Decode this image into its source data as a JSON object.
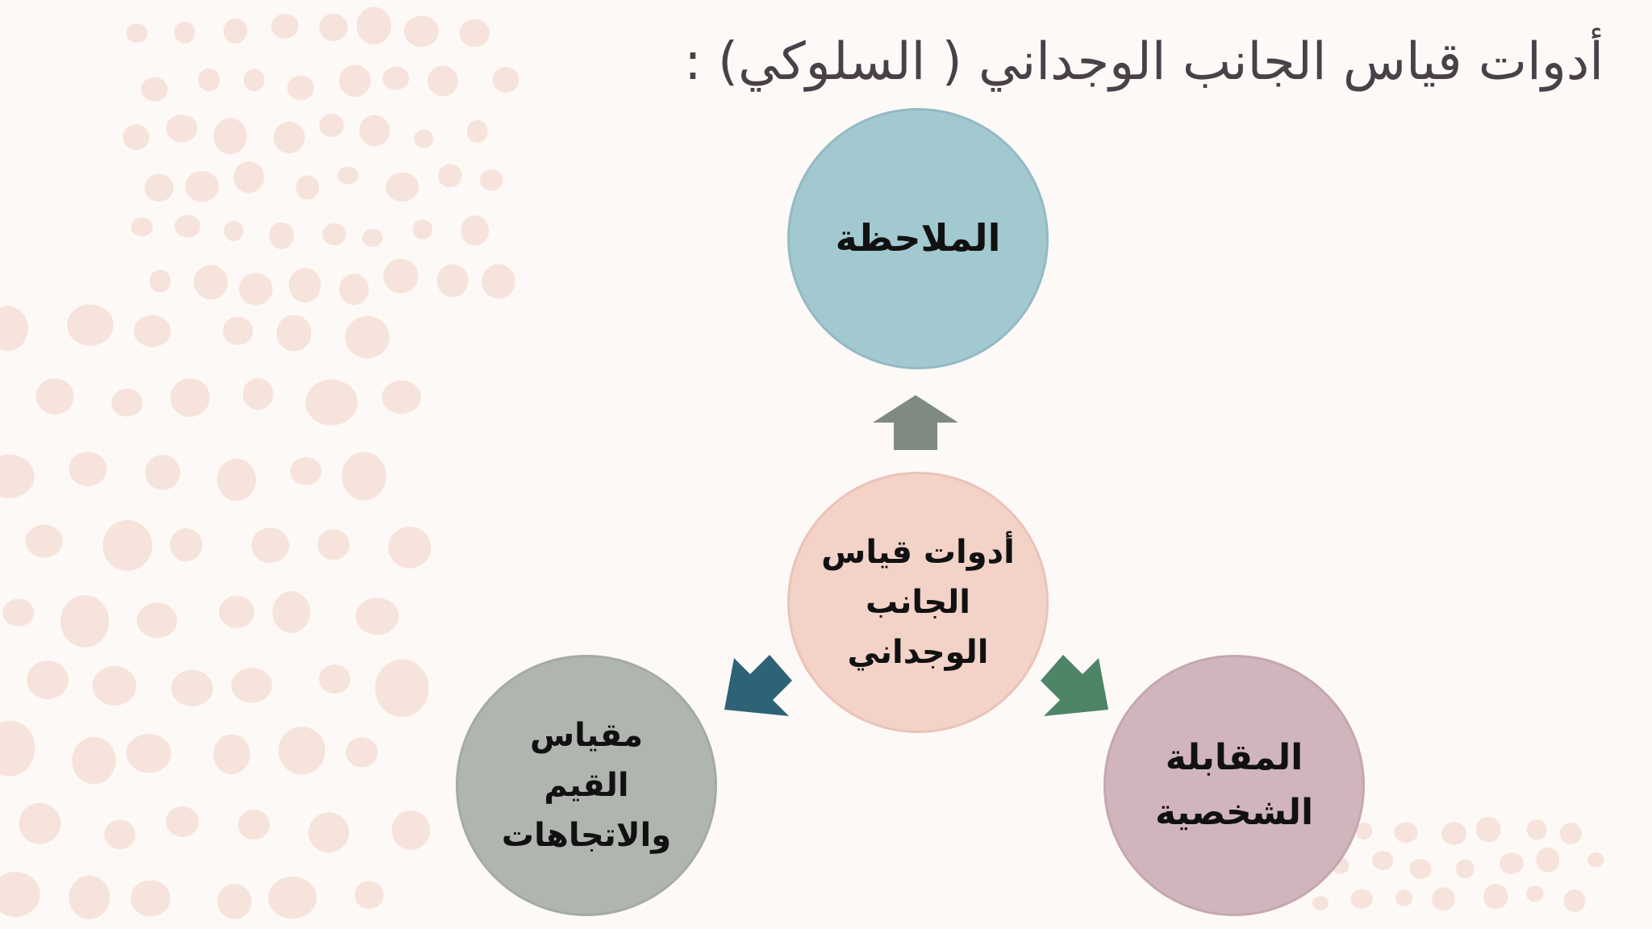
{
  "title": "أدوات قياس الجانب الوجداني ( السلوكي) :",
  "diagram": {
    "center": {
      "line1": "أدوات قياس",
      "line2": "الجانب",
      "line3": "الوجداني"
    },
    "top": {
      "line1": "الملاحظة"
    },
    "left": {
      "line1": "مقياس",
      "line2": "القيم",
      "line3": "والاتجاهات"
    },
    "right": {
      "line1": "المقابلة",
      "line2": "الشخصية"
    }
  },
  "colors": {
    "background": "#fdf9f7",
    "dots": "#f6e3dc",
    "center": "#f3d2c8",
    "top": "#a2c8d0",
    "left": "#b0b5b0",
    "right": "#d1b5bd",
    "arrow_up": "#7f8a80",
    "arrow_left": "#2e6377",
    "arrow_right": "#4d8566"
  }
}
